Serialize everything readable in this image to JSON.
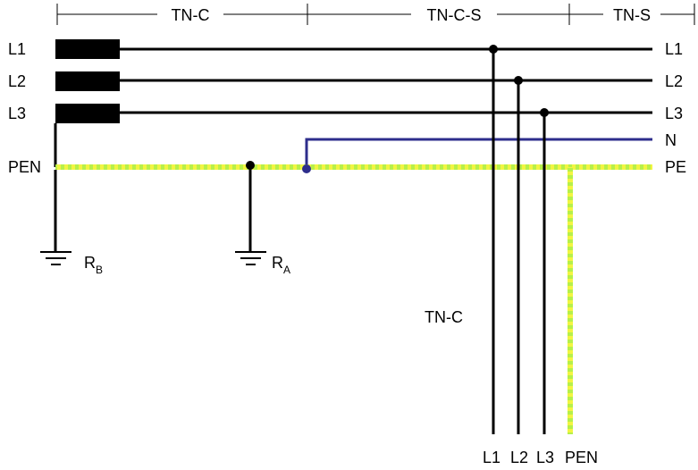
{
  "sections": {
    "tn_c": "TN-C",
    "tn_c_s": "TN-C-S",
    "tn_s": "TN-S"
  },
  "left_labels": {
    "l1": "L1",
    "l2": "L2",
    "l3": "L3",
    "pen": "PEN"
  },
  "right_labels": {
    "l1": "L1",
    "l2": "L2",
    "l3": "L3",
    "n": "N",
    "pe": "PE"
  },
  "ground_labels": {
    "rb_main": "R",
    "rb_sub": "B",
    "ra_main": "R",
    "ra_sub": "A"
  },
  "branch": {
    "title": "TN-C",
    "l1": "L1",
    "l2": "L2",
    "l3": "L3",
    "pen": "PEN"
  },
  "colors": {
    "conductor": "#000000",
    "neutral": "#2e2e8c",
    "pe_green": "#b7f04a",
    "pe_yellow": "#f2f542"
  }
}
